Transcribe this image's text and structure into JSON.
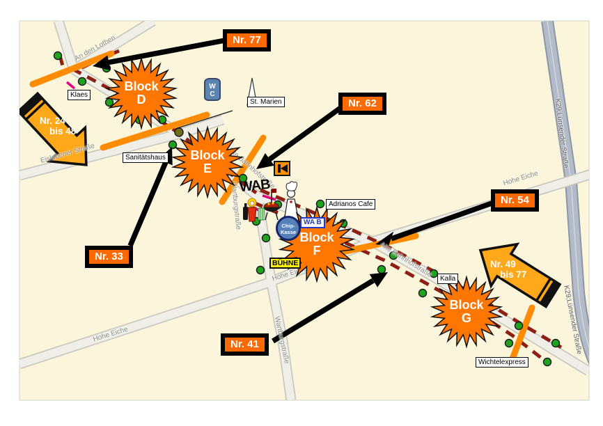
{
  "colors": {
    "map_bg": "#FAF5DB",
    "sign_orange": "#FF6A00",
    "star_orange": "#FF7700",
    "barrier_orange": "#FF8C00",
    "range_arrow_orange": "#FFA819",
    "route_red": "#8E1F14",
    "dot_green": "#1FA31F",
    "road_blue": "#B3BBC9"
  },
  "signs": [
    {
      "id": "nr-77",
      "label": "Nr. 77"
    },
    {
      "id": "nr-62",
      "label": "Nr. 62"
    },
    {
      "id": "nr-54",
      "label": "Nr. 54"
    },
    {
      "id": "nr-33",
      "label": "Nr. 33"
    },
    {
      "id": "nr-41",
      "label": "Nr. 41"
    }
  ],
  "range_arrows": [
    {
      "id": "nr-24-bis-48",
      "line1": "Nr. 24",
      "line2": "bis 48"
    },
    {
      "id": "nr-49-bis-77",
      "line1": "Nr. 49",
      "line2": "bis 77"
    }
  ],
  "blocks": [
    {
      "line1": "Block",
      "line2": "D"
    },
    {
      "line1": "Block",
      "line2": "E"
    },
    {
      "line1": "Block",
      "line2": "F"
    },
    {
      "line1": "Block",
      "line2": "G"
    }
  ],
  "streets": {
    "an_den_lothen": "An den Lothen",
    "eislebener_strasse": "Eislebener Straße",
    "alte_bahnhofstrasse": "Alte Bahnhofstraße",
    "wartburgstrasse": "Wartburgstraße",
    "hohe_eiche": "Hohe Eiche",
    "k29_luensender_strasse": "K29;Lünsender Straße"
  },
  "places": {
    "klaes": "Klaes",
    "sanitaetshaus": "Sanitätshaus",
    "st_marien": "St. Marien",
    "adrianos_cafe": "Adrianos Cafe",
    "kalla": "Kalla",
    "wichtelexpress": "Wichtelexpress",
    "wab_logo": "WAB",
    "wab_box": "WA B",
    "buehne": "BÜHNE",
    "wc": {
      "line1": "W",
      "line2": "C"
    },
    "chip_kasse": {
      "line1": "Chip-",
      "line2": "Kasse"
    }
  }
}
